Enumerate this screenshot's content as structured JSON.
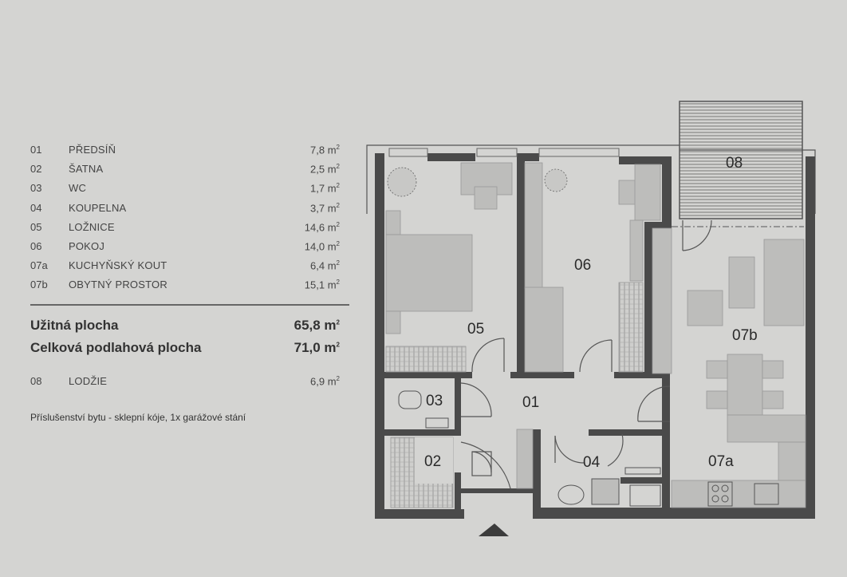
{
  "rooms": [
    {
      "num": "01",
      "name": "PŘEDSÍŇ",
      "area": "7,8 m",
      "unit_sup": "2"
    },
    {
      "num": "02",
      "name": "ŠATNA",
      "area": "2,5 m",
      "unit_sup": "2"
    },
    {
      "num": "03",
      "name": "WC",
      "area": "1,7 m",
      "unit_sup": "2"
    },
    {
      "num": "04",
      "name": "KOUPELNA",
      "area": "3,7 m",
      "unit_sup": "2"
    },
    {
      "num": "05",
      "name": "LOŽNICE",
      "area": "14,6 m",
      "unit_sup": "2"
    },
    {
      "num": "06",
      "name": "POKOJ",
      "area": "14,0 m",
      "unit_sup": "2"
    },
    {
      "num": "07a",
      "name": "KUCHYŇSKÝ KOUT",
      "area": "6,4 m",
      "unit_sup": "2"
    },
    {
      "num": "07b",
      "name": "OBYTNÝ PROSTOR",
      "area": "15,1 m",
      "unit_sup": "2"
    }
  ],
  "totals": {
    "usable_label": "Užitná plocha",
    "usable_area": "65,8 m",
    "usable_sup": "2",
    "floor_label": "Celková podlahová plocha",
    "floor_area": "71,0 m",
    "floor_sup": "2"
  },
  "loggia": {
    "num": "08",
    "name": "LODŽIE",
    "area": "6,9 m",
    "unit_sup": "2"
  },
  "accessories": "Příslušenství bytu - sklepní kóje, 1x garážové stání",
  "plan_labels": {
    "r01": "01",
    "r02": "02",
    "r03": "03",
    "r04": "04",
    "r05": "05",
    "r06": "06",
    "r07a": "07a",
    "r07b": "07b",
    "r08": "08"
  },
  "colors": {
    "paper": "#d4d4d2",
    "wall": "#4a4a4a",
    "furniture": "#bdbdbb",
    "line": "#555555"
  }
}
